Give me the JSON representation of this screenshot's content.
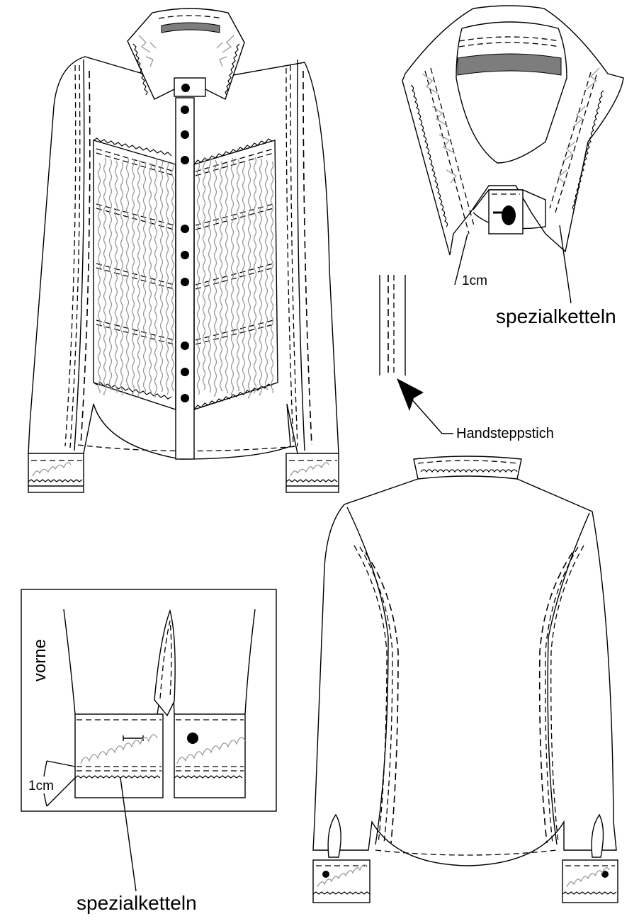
{
  "labels": {
    "collar_measure": "1cm",
    "collar_stitch": "spezialketteln",
    "hand_stitch": "Handsteppstich",
    "cuff_side": "vorne",
    "cuff_measure": "1cm",
    "cuff_stitch": "spezialketteln"
  }
}
